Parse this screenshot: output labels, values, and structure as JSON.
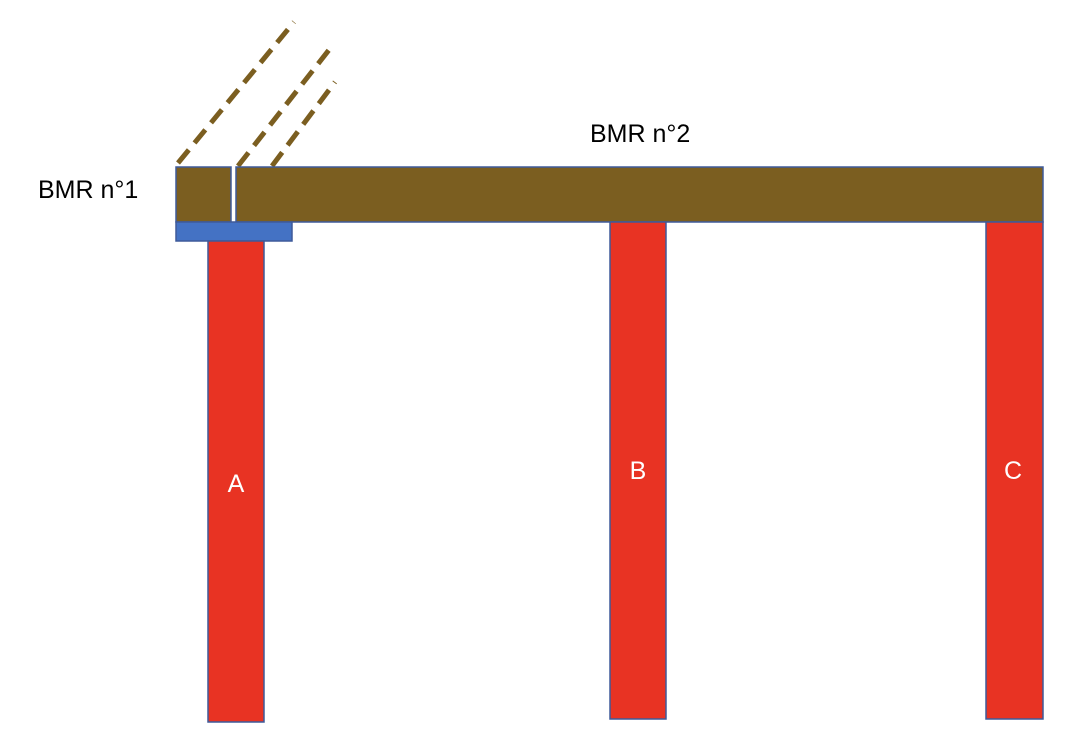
{
  "labels": {
    "beam_1": "BMR n°1",
    "beam_2": "BMR n°2"
  },
  "columns": [
    {
      "id": "A",
      "label": "A"
    },
    {
      "id": "B",
      "label": "B"
    },
    {
      "id": "C",
      "label": "C"
    }
  ],
  "colors": {
    "beam": "#7b5e20",
    "column": "#e83323",
    "support_plate": "#4472c4",
    "outline": "#3e5a9a",
    "dashed_lines": "#7b5e20",
    "background": "#ffffff"
  }
}
